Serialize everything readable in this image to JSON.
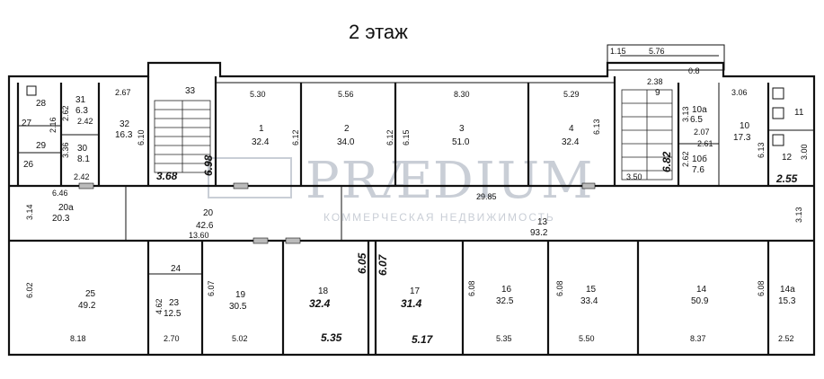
{
  "title": "2 этаж",
  "watermark": {
    "brand": "PRÆDIUM",
    "subtitle": "КОММЕРЧЕСКАЯ НЕДВИЖИМОСТЬ"
  },
  "rooms": [
    {
      "id": "r1",
      "num": "1",
      "area": "32.4"
    },
    {
      "id": "r2",
      "num": "2",
      "area": "34.0"
    },
    {
      "id": "r3",
      "num": "3",
      "area": "51.0"
    },
    {
      "id": "r4",
      "num": "4",
      "area": "32.4"
    },
    {
      "id": "r9",
      "num": "9",
      "area": ""
    },
    {
      "id": "r10a",
      "num": "10а",
      "area": "6.5"
    },
    {
      "id": "r10",
      "num": "10",
      "area": "17.3"
    },
    {
      "id": "r10b",
      "num": "10б",
      "area": "7.6"
    },
    {
      "id": "r11",
      "num": "11",
      "area": ""
    },
    {
      "id": "r12",
      "num": "12",
      "area": ""
    },
    {
      "id": "r13",
      "num": "13",
      "area": "93.2"
    },
    {
      "id": "r14",
      "num": "14",
      "area": "50.9"
    },
    {
      "id": "r14a",
      "num": "14а",
      "area": "15.3"
    },
    {
      "id": "r15",
      "num": "15",
      "area": "33.4"
    },
    {
      "id": "r16",
      "num": "16",
      "area": "32.5"
    },
    {
      "id": "r17",
      "num": "17",
      "area": "31.4"
    },
    {
      "id": "r18",
      "num": "18",
      "area": "32.4"
    },
    {
      "id": "r19",
      "num": "19",
      "area": "30.5"
    },
    {
      "id": "r20",
      "num": "20",
      "area": "42.6"
    },
    {
      "id": "r20a",
      "num": "20а",
      "area": "20.3"
    },
    {
      "id": "r23",
      "num": "23",
      "area": "12.5"
    },
    {
      "id": "r24",
      "num": "24",
      "area": ""
    },
    {
      "id": "r25",
      "num": "25",
      "area": "49.2"
    },
    {
      "id": "r26",
      "num": "26",
      "area": ""
    },
    {
      "id": "r27",
      "num": "27",
      "area": ""
    },
    {
      "id": "r28",
      "num": "28",
      "area": ""
    },
    {
      "id": "r29",
      "num": "29",
      "area": ""
    },
    {
      "id": "r30",
      "num": "30",
      "area": "8.1"
    },
    {
      "id": "r31",
      "num": "31",
      "area": "6.3"
    },
    {
      "id": "r32",
      "num": "32",
      "area": "16.3"
    },
    {
      "id": "r33",
      "num": "33",
      "area": ""
    }
  ],
  "dimensions": [
    "5.30",
    "5.56",
    "8.30",
    "5.29",
    "6.12",
    "6.12",
    "6.15",
    "6.13",
    "2.67",
    "6.10",
    "2.62",
    "2.42",
    "2.16",
    "3.36",
    "2.42",
    "6.46",
    "3.14",
    "13.60",
    "29.85",
    "3.13",
    "6.02",
    "8.18",
    "4.62",
    "2.70",
    "6.07",
    "5.02",
    "6.08",
    "5.35",
    "6.08",
    "5.50",
    "8.37",
    "6.08",
    "2.52",
    "2.38",
    "3.50",
    "3.06",
    "3.13",
    "2.07",
    "2.61",
    "2.62",
    "6.13",
    "3.00",
    "1.15",
    "5.76",
    "0.8"
  ],
  "handwritten": [
    "3.68",
    "6.98",
    "6.82",
    "2.55",
    "6.05",
    "6.07",
    "5.35",
    "5.17"
  ]
}
